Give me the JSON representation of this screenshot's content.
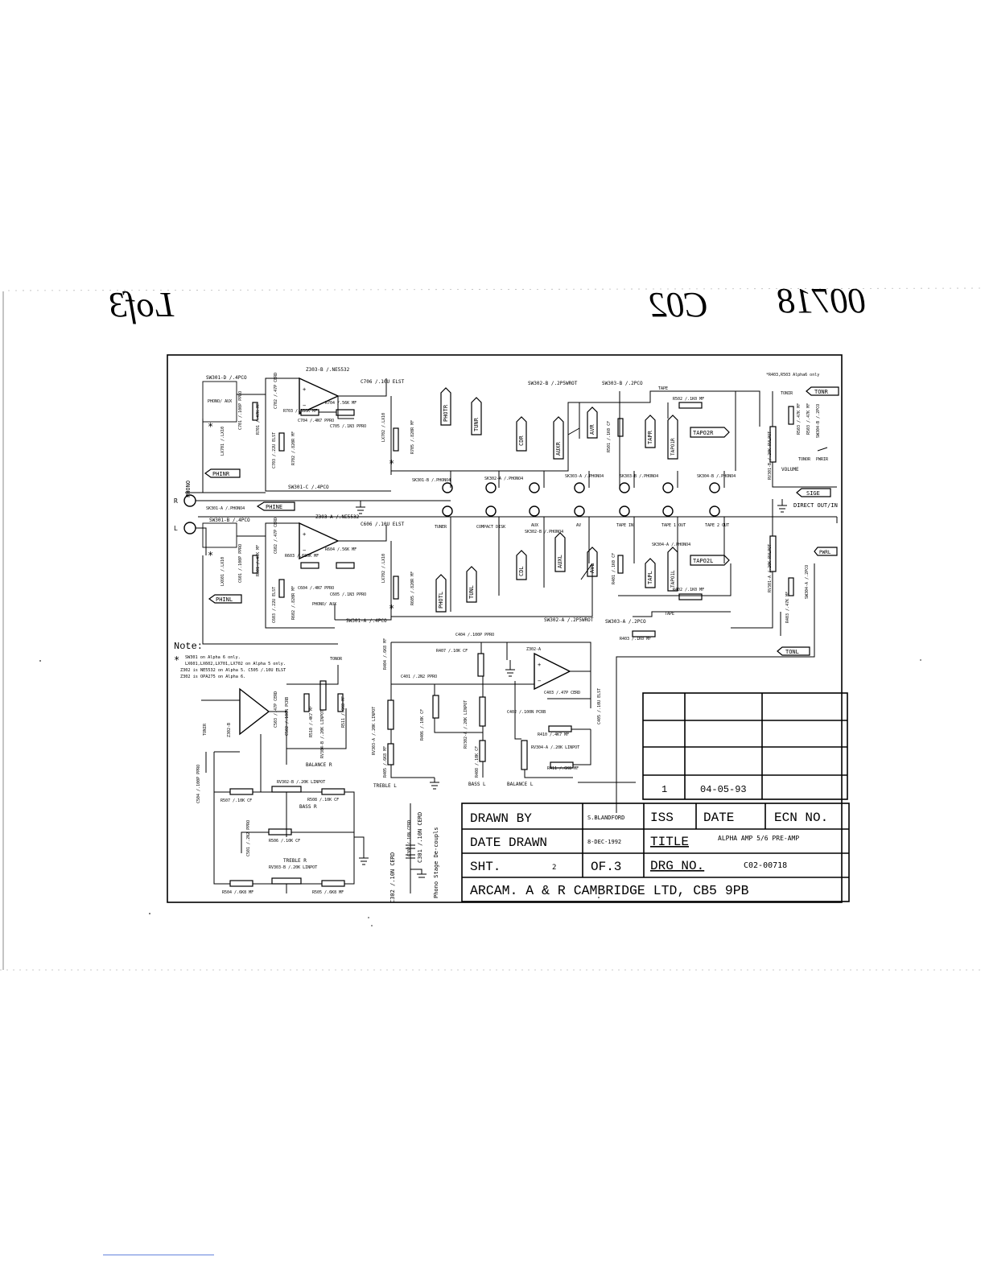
{
  "handwriting": {
    "left": "Lof3",
    "center": "C02",
    "right": "00718"
  },
  "schematic": {
    "opamps": [
      {
        "label": "Z303-B /.NE5532"
      },
      {
        "label": "Z303-A /.NE5532"
      },
      {
        "label": "Z302-A"
      },
      {
        "label": "Z302-B"
      }
    ],
    "switches": {
      "sw301d": "SW301-D /.4PCO",
      "sw301c": "SW301-C /.4PCO",
      "sw301b": "SW301-B /.4PCO",
      "sw301a": "SW301-A /.4PCO",
      "sw302b": "SW302-B /.2P5WROT",
      "sw302a": "SW302-A /.2P5WROT",
      "sw303b": "SW303-B /.2PCO",
      "sw303a": "SW303-A /.2PCO",
      "sw304b": "SW304-B /.2PCO",
      "sw304a": "SW304-A /.2PCO"
    },
    "tags": {
      "phinr": "PHINR",
      "phine": "PHINE",
      "phinl": "PHINL",
      "photr": "PHOTR",
      "tunr": "TUNR",
      "cdr": "CDR",
      "auxr": "AUXR",
      "avr": "AVR",
      "tapr": "TAPR",
      "tapo1r": "TAPO1R",
      "tapo2r": "TAPO2R",
      "tonr": "TONR",
      "sige": "SIGE",
      "photl": "PHOTL",
      "tunl": "TUNL",
      "cdl": "CDL",
      "auxl": "AUXL",
      "avl": "AVL",
      "tapl": "TAPL",
      "tapo1l": "TAPO1L",
      "tapo2l": "TAPO2L",
      "tonl": "TONL",
      "pwrl": "PWRL"
    },
    "jacks": {
      "phono": "PHONO",
      "tuner": "TUNER",
      "compact_disc": "COMPACT DISK",
      "aux": "AUX",
      "av": "AV",
      "tape_in": "TAPE IN",
      "tape1_out": "TAPE 1 OUT",
      "tape2_out": "TAPE 2 OUT",
      "sk301a": "SK301-A /.PHONO4",
      "sk301b": "SK301-B /.PHONO4",
      "sk302a": "SK302-A /.PHONO4",
      "sk302b": "SK302-B /.PHONO4",
      "sk303a": "SK303-A /.PHONO4",
      "sk303b": "SK303-B /.PHONO4",
      "sk304a": "SK304-A /.PHONO4",
      "sk304b": "SK304-B /.PHONO4"
    },
    "components": {
      "c706": "C706 /.10U ELST",
      "c606": "C606 /.10U ELST",
      "r704": "R704 /.56K MF",
      "r604": "R604 /.56K MF",
      "r703": "R703 /.680K MF",
      "r603": "R603 /.680K MF",
      "c704": "C704 /.4N7 PPRO",
      "c604": "C604 /.4N7 PPRO",
      "c705": "C705 /.1N3 PPRO",
      "c605": "C605 /.1N3 PPRO",
      "lx701": "LX701 /.LX10",
      "lx601": "LX601 /.LX10",
      "c701": "C701 /.100P PPRO",
      "c601": "C601 /.100P PPRO",
      "r701": "R701 /.47K MF",
      "r601": "R601 /.47K MF",
      "c702": "C702 /.47P CERD",
      "c602": "C602 /.47P CERD",
      "c703": "C703 /.22U ELST",
      "c603": "C603 /.22U ELST",
      "r702": "R702 /.820R MF",
      "r602": "R602 /.820R MF",
      "lx702": "LX702 /.LX10",
      "r705": "R705 /.820R MF",
      "r605": "R605 /.820R MF",
      "r502": "R502 /.1K0 MF",
      "r402": "R402 /.1K0 MF",
      "r501": "R501 /.1K0 CF",
      "r401": "R401 /.1K0 CF",
      "r403": "R403 /.1K0 MF",
      "rv301b": "RV301-B /.20K RVLPOT",
      "rv301a": "RV301-A /.20K RVLPOT",
      "r503": "R503 /.47K MF",
      "r403b": "R403 /.47K MF",
      "volume": "VOLUME",
      "direct": "DIRECT OUT/IN",
      "tonir": "TONIR",
      "tonor": "TONOR",
      "pwrir": "PWRIR",
      "c404": "C404 /.100P PPRO",
      "r407": "R407 /.10K CF",
      "c401": "C401 /.2N2 PPRO",
      "r404": "R404 /.6K8 MF",
      "rv303a": "RV303-A /.20K LINPOT",
      "r405": "R405 /.6K8 MF",
      "r406": "R406 /.10K CF",
      "rv302a": "RV302-A /.20K LINPOT",
      "r408": "R408 /.10K CF",
      "c403": "C403 /.47P CERD",
      "c402": "C402 /.100N PCRB",
      "c405": "C405 /.10U ELST",
      "r410": "R410 /.4K7 MF",
      "rv304a": "RV304-A /.20K LINPOT",
      "r411": "R411 /.6K8 MF",
      "treble_l": "TREBLE L",
      "bass_l": "BASS L",
      "balance_l": "BALANCE L",
      "c503": "C503 /.47P CERD",
      "c502": "C502 /.100N PCRB",
      "r510": "R510 /.4K7 MF",
      "rv304b": "RV304-B /.20K LINPOT",
      "r511": "R511 /.6K8 MF",
      "balance_r": "BALANCE R",
      "c504": "C504 /.100P PPRO",
      "rv302b": "RV302-B /.20K LINPOT",
      "r507": "R507 /.10K CF",
      "r508": "R508 /.10K CF",
      "bass_r": "BASS R",
      "c501": "C501 /.2N2 PPRO",
      "r506": "R506 /.10K CF",
      "treble_r": "TREBLE R",
      "rv303b": "RV303-B /.20K LINPOT",
      "r504": "R504 /.6K8 MF",
      "r505": "R505 /.6K8 MF",
      "c301": "C301 /.10N CERD",
      "c302": "C302 /.10N CERD",
      "decouple": "Phono Stage De-coupls",
      "alpha6": "*R403,R503 Alpha6 only",
      "tape": "TAPE",
      "phono_aux": "PHONO/ AUX"
    },
    "notes": {
      "title": "Note:",
      "line1": "SW301 on Alpha 6 only.",
      "line2": "LX601,LX602,LX701,LX702 on Alpha 5 only.",
      "line3": "Z302 is NE5532 on Alpha 5. C505 /.10U ELST",
      "line4": "Z302 is OPA275 on Alpha 6."
    }
  },
  "revision_table": {
    "iss": "1",
    "date": "04-05-93"
  },
  "title_block": {
    "drawn_by_label": "DRAWN BY",
    "drawn_by_value": "S.BLANDFORD",
    "iss_label": "ISS",
    "date_label": "DATE",
    "ecn_label": "ECN NO.",
    "date_drawn_label": "DATE DRAWN",
    "date_drawn_value": "8-DEC-1992",
    "title_label": "TITLE",
    "title_value": "ALPHA AMP 5/6 PRE-AMP",
    "sht_label": "SHT.",
    "sht_value": "2",
    "of_label": "OF.3",
    "drg_label": "DRG NO.",
    "drg_value": "C02-00718",
    "company": "ARCAM. A & R CAMBRIDGE LTD, CB5 9PB"
  }
}
